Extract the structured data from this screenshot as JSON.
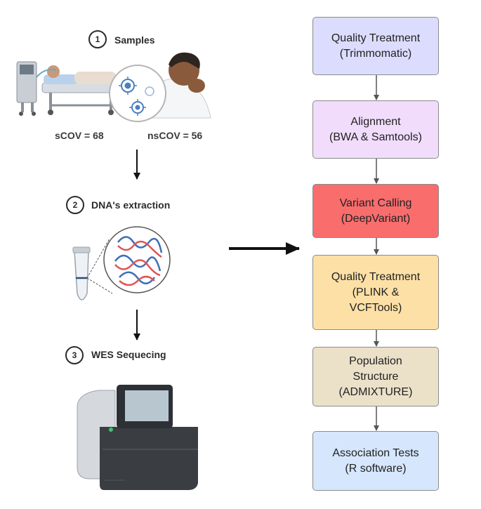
{
  "steps": [
    {
      "number": "1",
      "label": "Samples"
    },
    {
      "number": "2",
      "label": "DNA's extraction"
    },
    {
      "number": "3",
      "label": "WES Sequecing"
    }
  ],
  "sample_counts": {
    "scov": "sCOV = 68",
    "nscov": "nsCOV = 56"
  },
  "pipeline": [
    {
      "text": "Quality Treatment\n(Trimmomatic)",
      "color": "#dcdcff"
    },
    {
      "text": "Alignment\n(BWA & Samtools)",
      "color": "#f1dcfc"
    },
    {
      "text": "Variant Calling\n(DeepVariant)",
      "color": "#f96d6d"
    },
    {
      "text": "Quality Treatment\n(PLINK &\nVCFTools)",
      "color": "#fde0a6"
    },
    {
      "text": "Population\nStructure\n(ADMIXTURE)",
      "color": "#ebe1c9"
    },
    {
      "text": "Association Tests\n(R software)",
      "color": "#d6e6fc"
    }
  ],
  "icons": [
    "hospital-bed-icon",
    "virus-icon",
    "sick-person-icon",
    "dna-tube-icon",
    "dna-helix-icon",
    "sequencer-icon"
  ]
}
